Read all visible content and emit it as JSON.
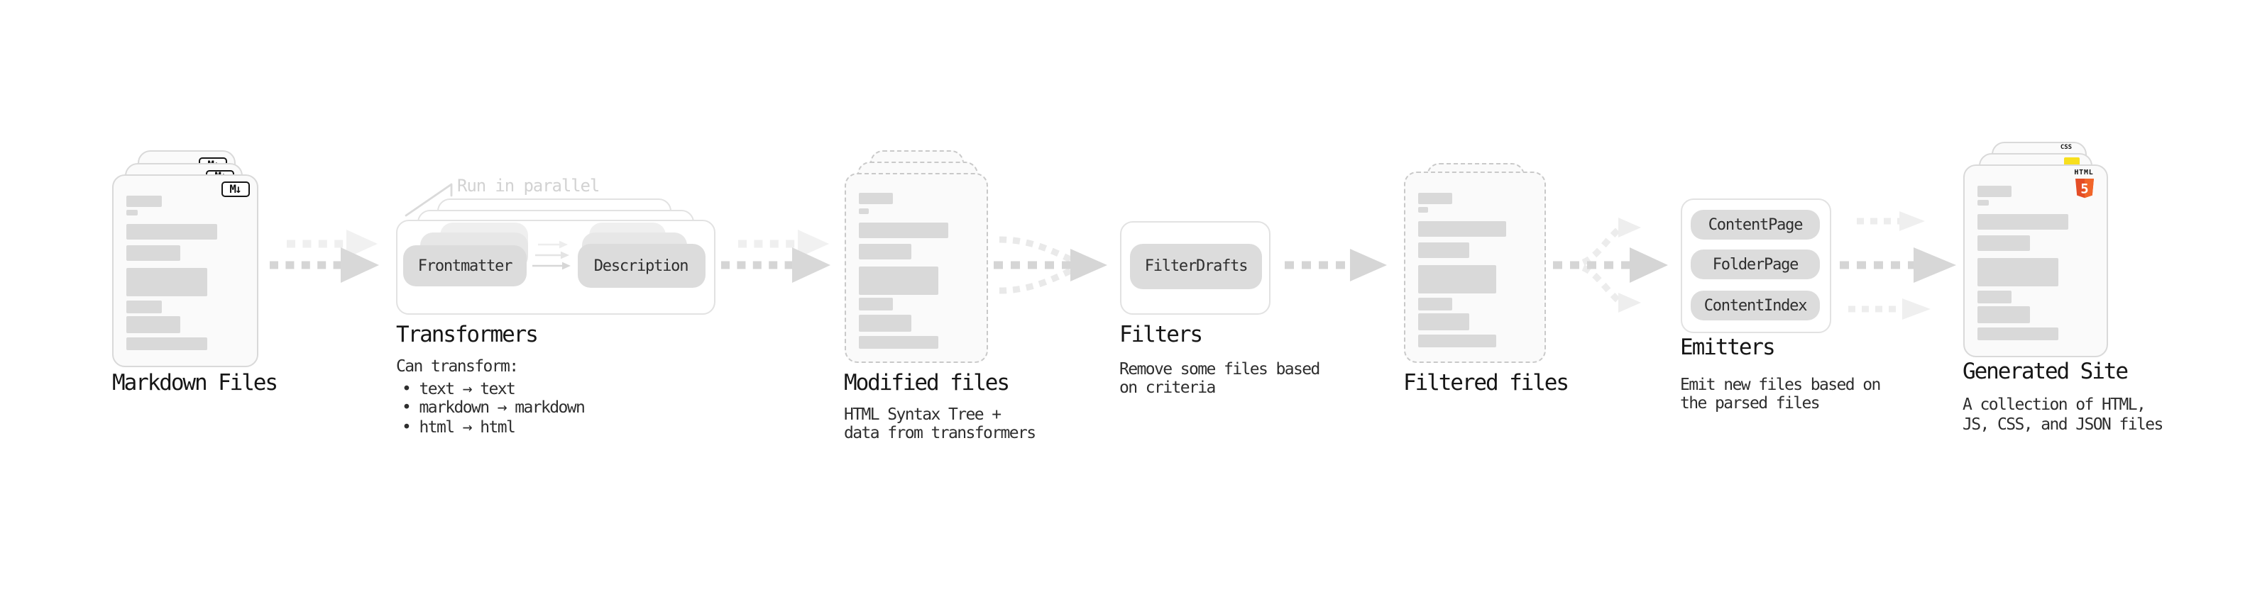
{
  "colors": {
    "html5_orange": "#e44d26",
    "html5_orange_light": "#f16529",
    "js_yellow": "#f7df1e",
    "css_blue": "#2d6bf0",
    "arrow_gray": "#d5d5d5",
    "note_gray": "#d2d2d2"
  },
  "stages": {
    "markdown": {
      "label": "Markdown Files",
      "badge": "M↓"
    },
    "transformers": {
      "title": "Transformers",
      "note": "Run in parallel",
      "pill_left": "Frontmatter",
      "pill_right": "Description",
      "desc": "Can transform:",
      "bullets": [
        "• text → text",
        "• markdown → markdown",
        "• html → html"
      ]
    },
    "modified": {
      "title": "Modified files",
      "desc": [
        "HTML Syntax Tree +",
        "data from transformers"
      ]
    },
    "filters": {
      "title": "Filters",
      "pill": "FilterDrafts",
      "desc": [
        "Remove some files based",
        "on criteria"
      ]
    },
    "filtered": {
      "label": "Filtered files"
    },
    "emitters": {
      "title": "Emitters",
      "pills": [
        "ContentPage",
        "FolderPage",
        "ContentIndex"
      ],
      "desc": [
        "Emit new files based on",
        "the parsed files"
      ]
    },
    "generated": {
      "title": "Generated Site",
      "desc": [
        "A collection of HTML,",
        "JS, CSS, and JSON files"
      ],
      "badges": {
        "css": "CSS",
        "html": "HTML",
        "five": "5"
      }
    }
  }
}
